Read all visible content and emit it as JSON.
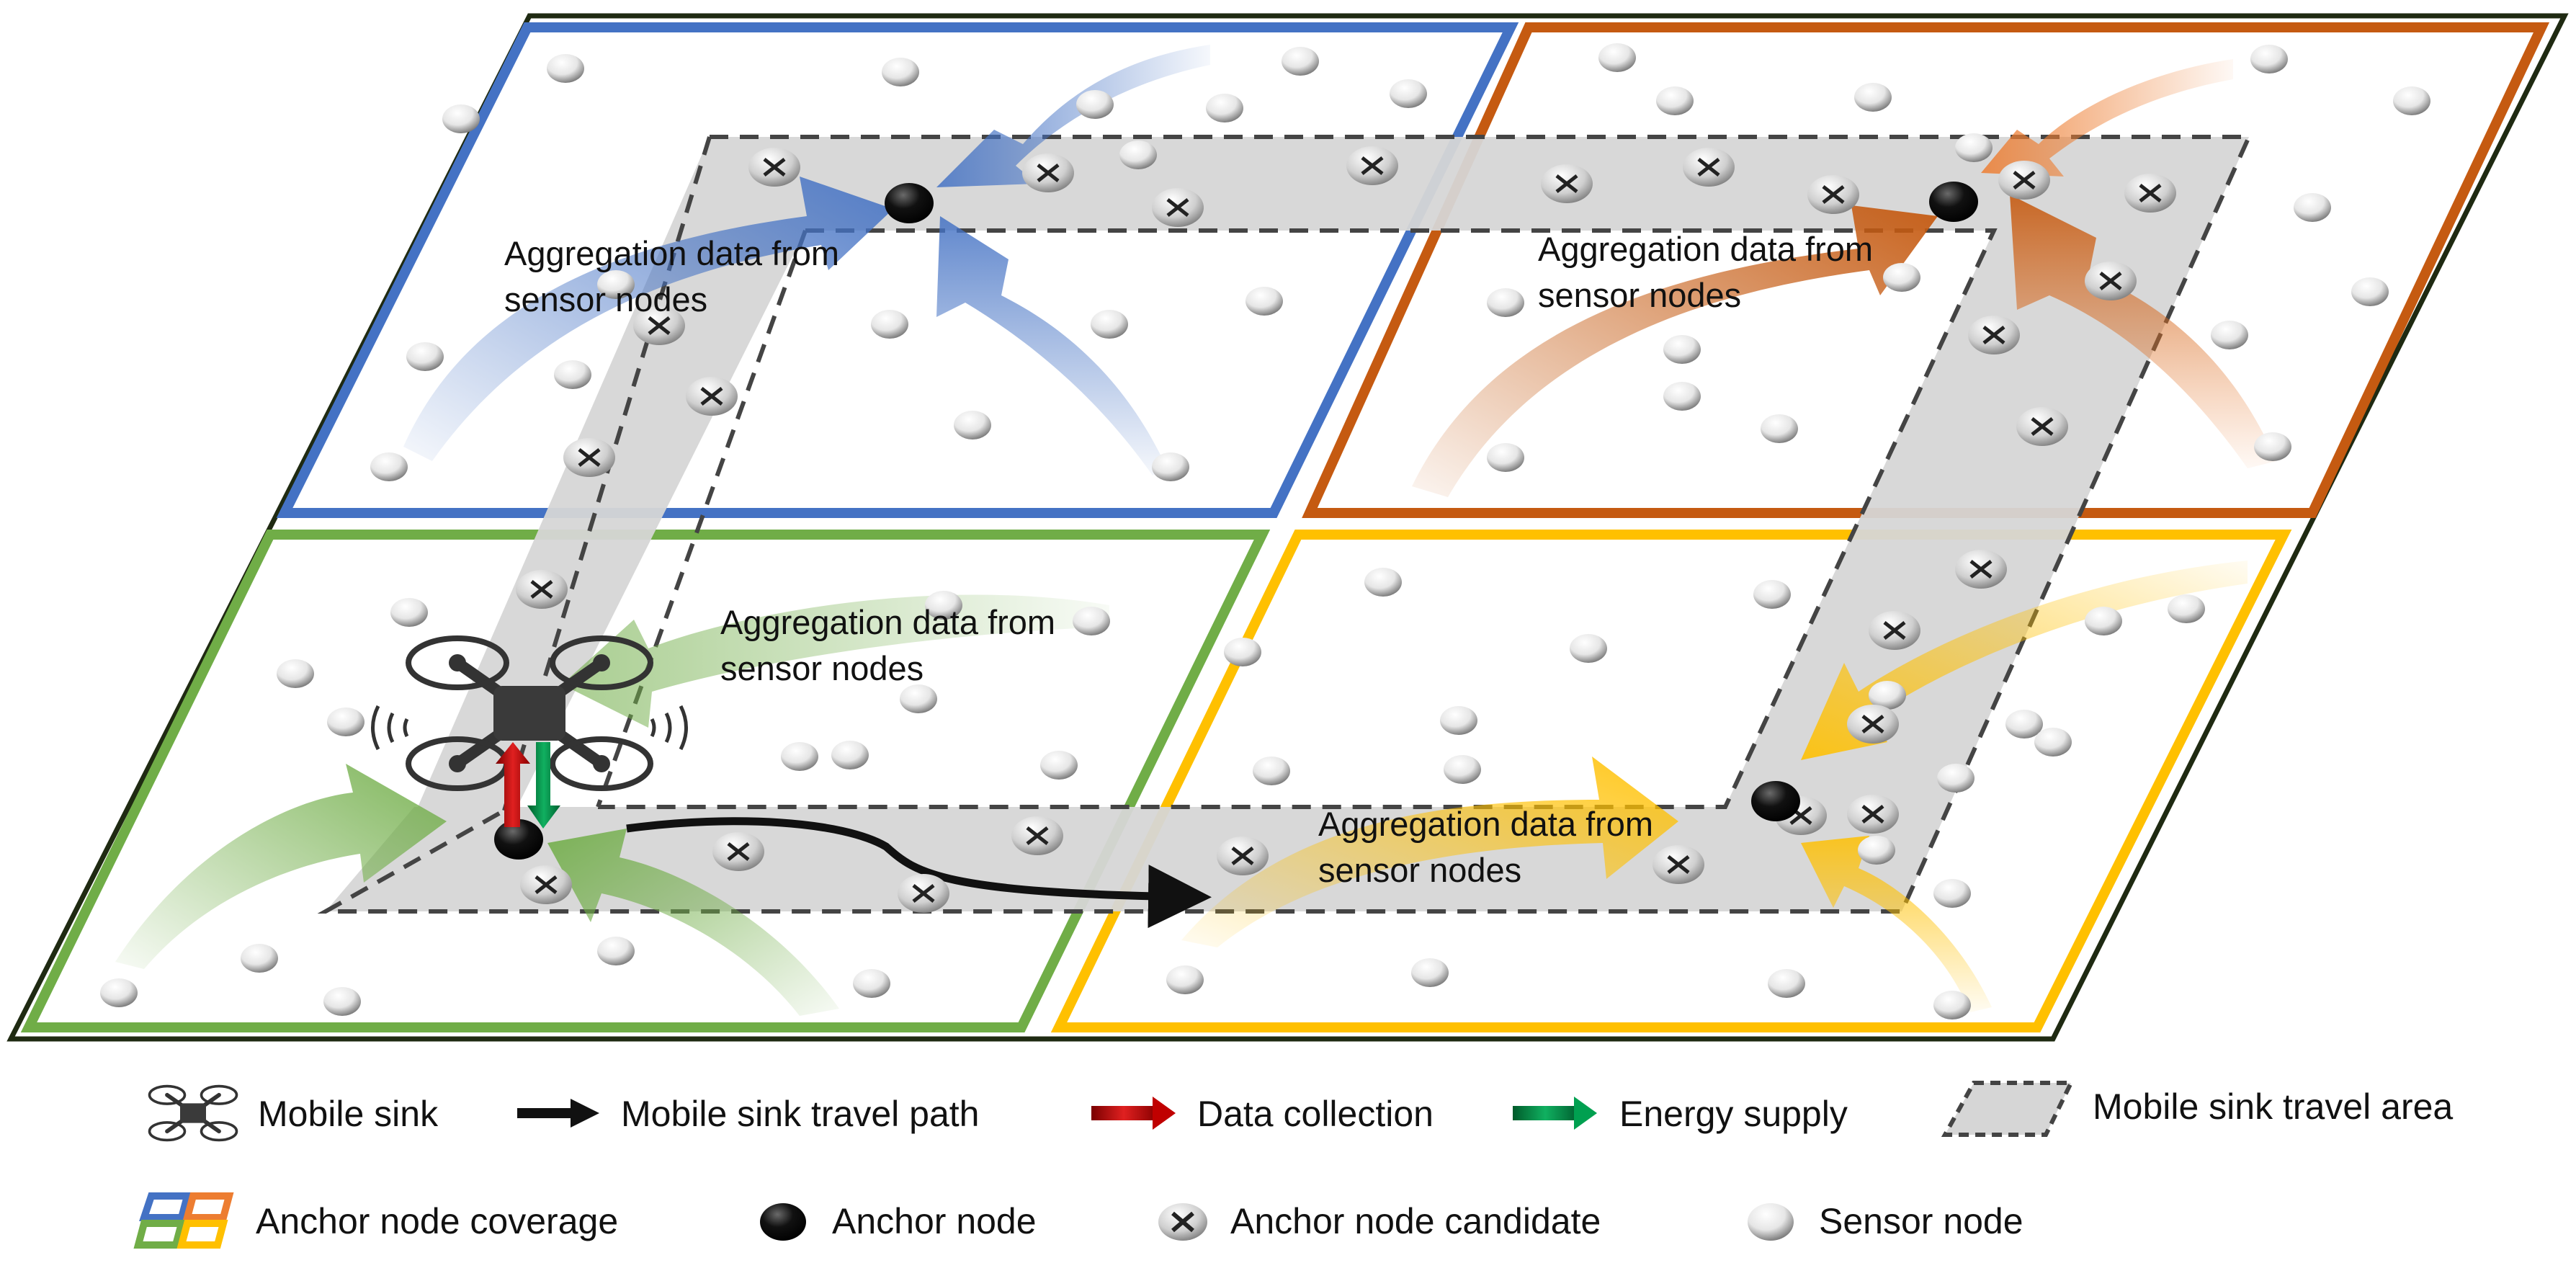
{
  "colors": {
    "blue": "#4472C4",
    "orange": "#C55A11",
    "green": "#70AD47",
    "yellow": "#FFC000",
    "outer_frame": "#1F2A12",
    "travel_area": "#D6D6D6",
    "data_collection": "#C00000",
    "energy_supply": "#00A050"
  },
  "regions": [
    {
      "id": "top-left",
      "color": "blue",
      "label_line1": "Aggregation data from",
      "label_line2": "sensor nodes"
    },
    {
      "id": "top-right",
      "color": "orange",
      "label_line1": "Aggregation data from",
      "label_line2": "sensor nodes"
    },
    {
      "id": "bottom-left",
      "color": "green",
      "label_line1": "Aggregation data from",
      "label_line2": "sensor nodes"
    },
    {
      "id": "bottom-right",
      "color": "yellow",
      "label_line1": "Aggregation data from",
      "label_line2": "sensor nodes"
    }
  ],
  "legend": {
    "mobile_sink": {
      "icon": "drone-icon",
      "label": "Mobile sink"
    },
    "travel_path": {
      "icon": "black-arrow-icon",
      "label": "Mobile sink travel path"
    },
    "data_collection": {
      "icon": "red-arrow-icon",
      "label": "Data collection"
    },
    "energy_supply": {
      "icon": "green-arrow-icon",
      "label": "Energy supply"
    },
    "travel_area": {
      "icon": "dashed-parallelogram-icon",
      "label": "Mobile sink travel area"
    },
    "coverage": {
      "icon": "four-color-grid-icon",
      "label": "Anchor node coverage"
    },
    "anchor_node": {
      "icon": "black-dot-icon",
      "label": "Anchor node"
    },
    "anchor_candidate": {
      "icon": "x-dot-icon",
      "label": "Anchor node candidate"
    },
    "sensor_node": {
      "icon": "white-dot-icon",
      "label": "Sensor node"
    }
  }
}
